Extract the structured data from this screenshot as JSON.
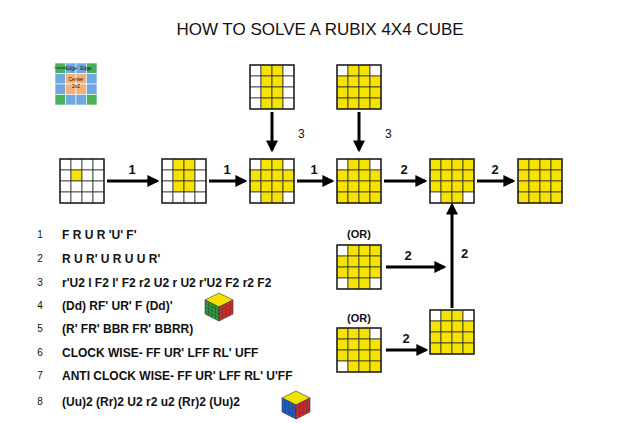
{
  "diagram": {
    "title": "HOW TO SOLVE A RUBIX 4X4 CUBE",
    "labels": [
      "Corner",
      "Edge",
      "Edge",
      "Center",
      "2x2",
      "1",
      "1",
      "1",
      "2",
      "2",
      "3",
      "3",
      "(OR)",
      "(OR)",
      "2",
      "2",
      "2",
      "1",
      "F R U R 'U' F'",
      "2",
      "R U R' U R U U R'",
      "3",
      "r'U2 l F2 l' F2 r2 U2 r U2 r'U2 F2 r2 F2",
      "4",
      "(Dd) RF' UR' F (Dd)'",
      "5",
      "(R' FR' BBR FR' BBRR)",
      "6",
      "CLOCK WISE- FF UR' LFF RL' UFF",
      "7",
      "ANTI CLOCK WISE- FF UR' LFF RL' U'FF",
      "8",
      "(Uu)2 (Rr)2 U2 r2 u2 (Rr)2 (Uu)2"
    ]
  }
}
